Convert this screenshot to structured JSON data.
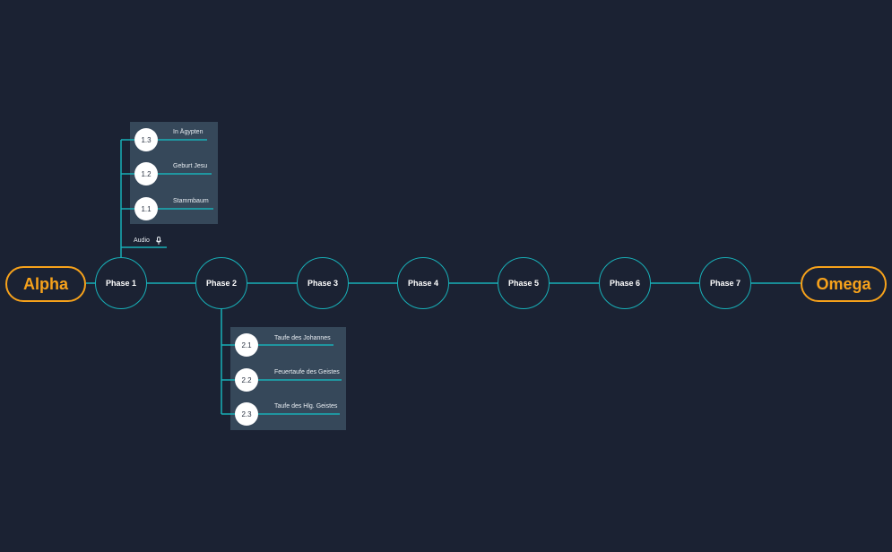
{
  "diagram": {
    "start": "Alpha",
    "end": "Omega",
    "phases": [
      "Phase 1",
      "Phase 2",
      "Phase 3",
      "Phase 4",
      "Phase 5",
      "Phase 6",
      "Phase 7"
    ],
    "phase1_audio": "Audio",
    "phase1_items": [
      {
        "num": "1.3",
        "label": "In Ägypten"
      },
      {
        "num": "1.2",
        "label": "Geburt Jesu"
      },
      {
        "num": "1.1",
        "label": "Stammbaum"
      }
    ],
    "phase2_items": [
      {
        "num": "2.1",
        "label": "Taufe des Johannes"
      },
      {
        "num": "2.2",
        "label": "Feuertaufe des Geistes"
      },
      {
        "num": "2.3",
        "label": "Taufe des Hlg. Geistes"
      }
    ]
  },
  "colors": {
    "background": "#1b2233",
    "accent_orange": "#f7a21b",
    "line_teal": "#18b0b8",
    "panel": "#36485a"
  },
  "icons": {
    "audio": "microphone-icon"
  }
}
